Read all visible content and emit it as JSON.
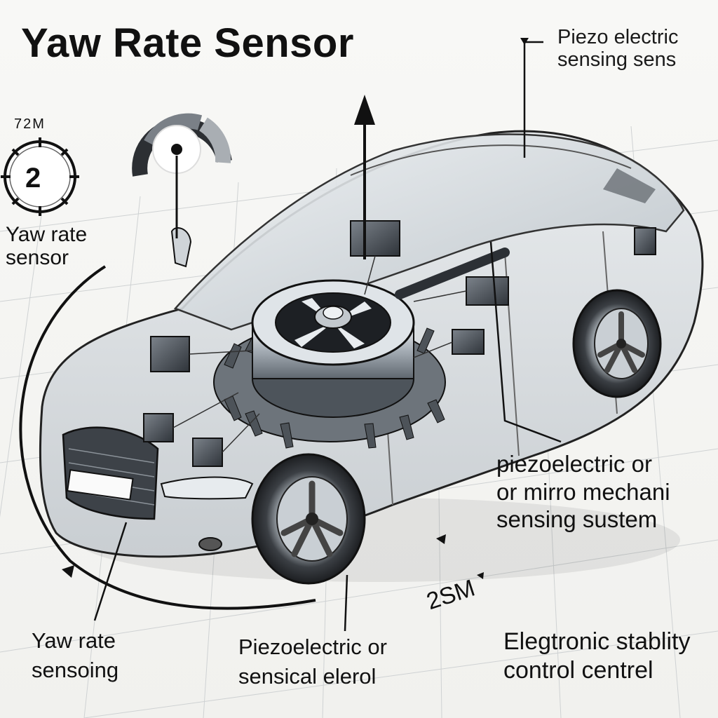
{
  "title": "Yaw Rate Sensor",
  "labels": {
    "top_right": "Piezo electric\nsensing sens",
    "dial_number": "72M",
    "dial_center": "2",
    "left_callout": "Yaw rate\nsensor",
    "middle_right": "piezoelectric or\nor mirro mechani\nsensing sustem",
    "scale_mark": "2SM",
    "bottom_left": "Yaw rate\nsensoing",
    "bottom_center": "Piezoelectric or\nsensical elerol",
    "bottom_right": "Elegtronic stablity\ncontrol centrel"
  },
  "icons": {
    "gauge": "gauge-icon",
    "dial": "dial-icon",
    "arrow": "arrow-up-icon",
    "sensor": "yaw-sensor-icon"
  },
  "colors": {
    "ink": "#111111",
    "glass": "#d9dde0",
    "metal": "#9aa3ab",
    "module": "#4a5058"
  }
}
